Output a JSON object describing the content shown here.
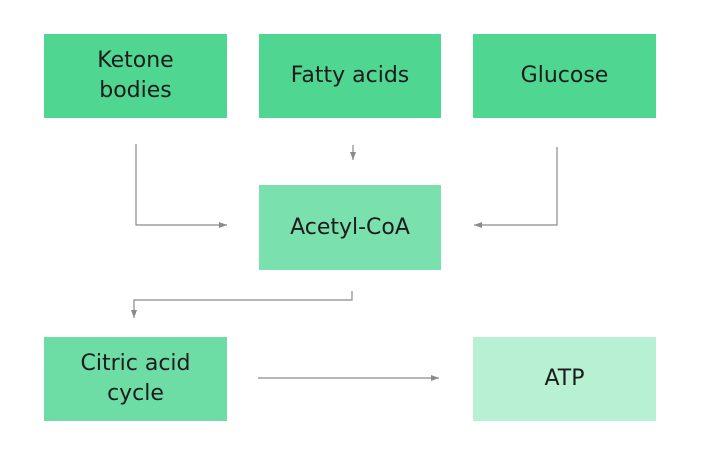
{
  "nodes": {
    "ketone": "Ketone\nbodies",
    "fatty": "Fatty acids",
    "glucose": "Glucose",
    "acetyl": "Acetyl-CoA",
    "citric": "Citric acid\ncycle",
    "atp": "ATP"
  },
  "colors": {
    "source_fill": "#4fd690",
    "acetyl_fill": "#7ae0ad",
    "citric_fill": "#6ddca5",
    "atp_fill": "#b7f0d3",
    "edge": "#8a8a8a"
  }
}
